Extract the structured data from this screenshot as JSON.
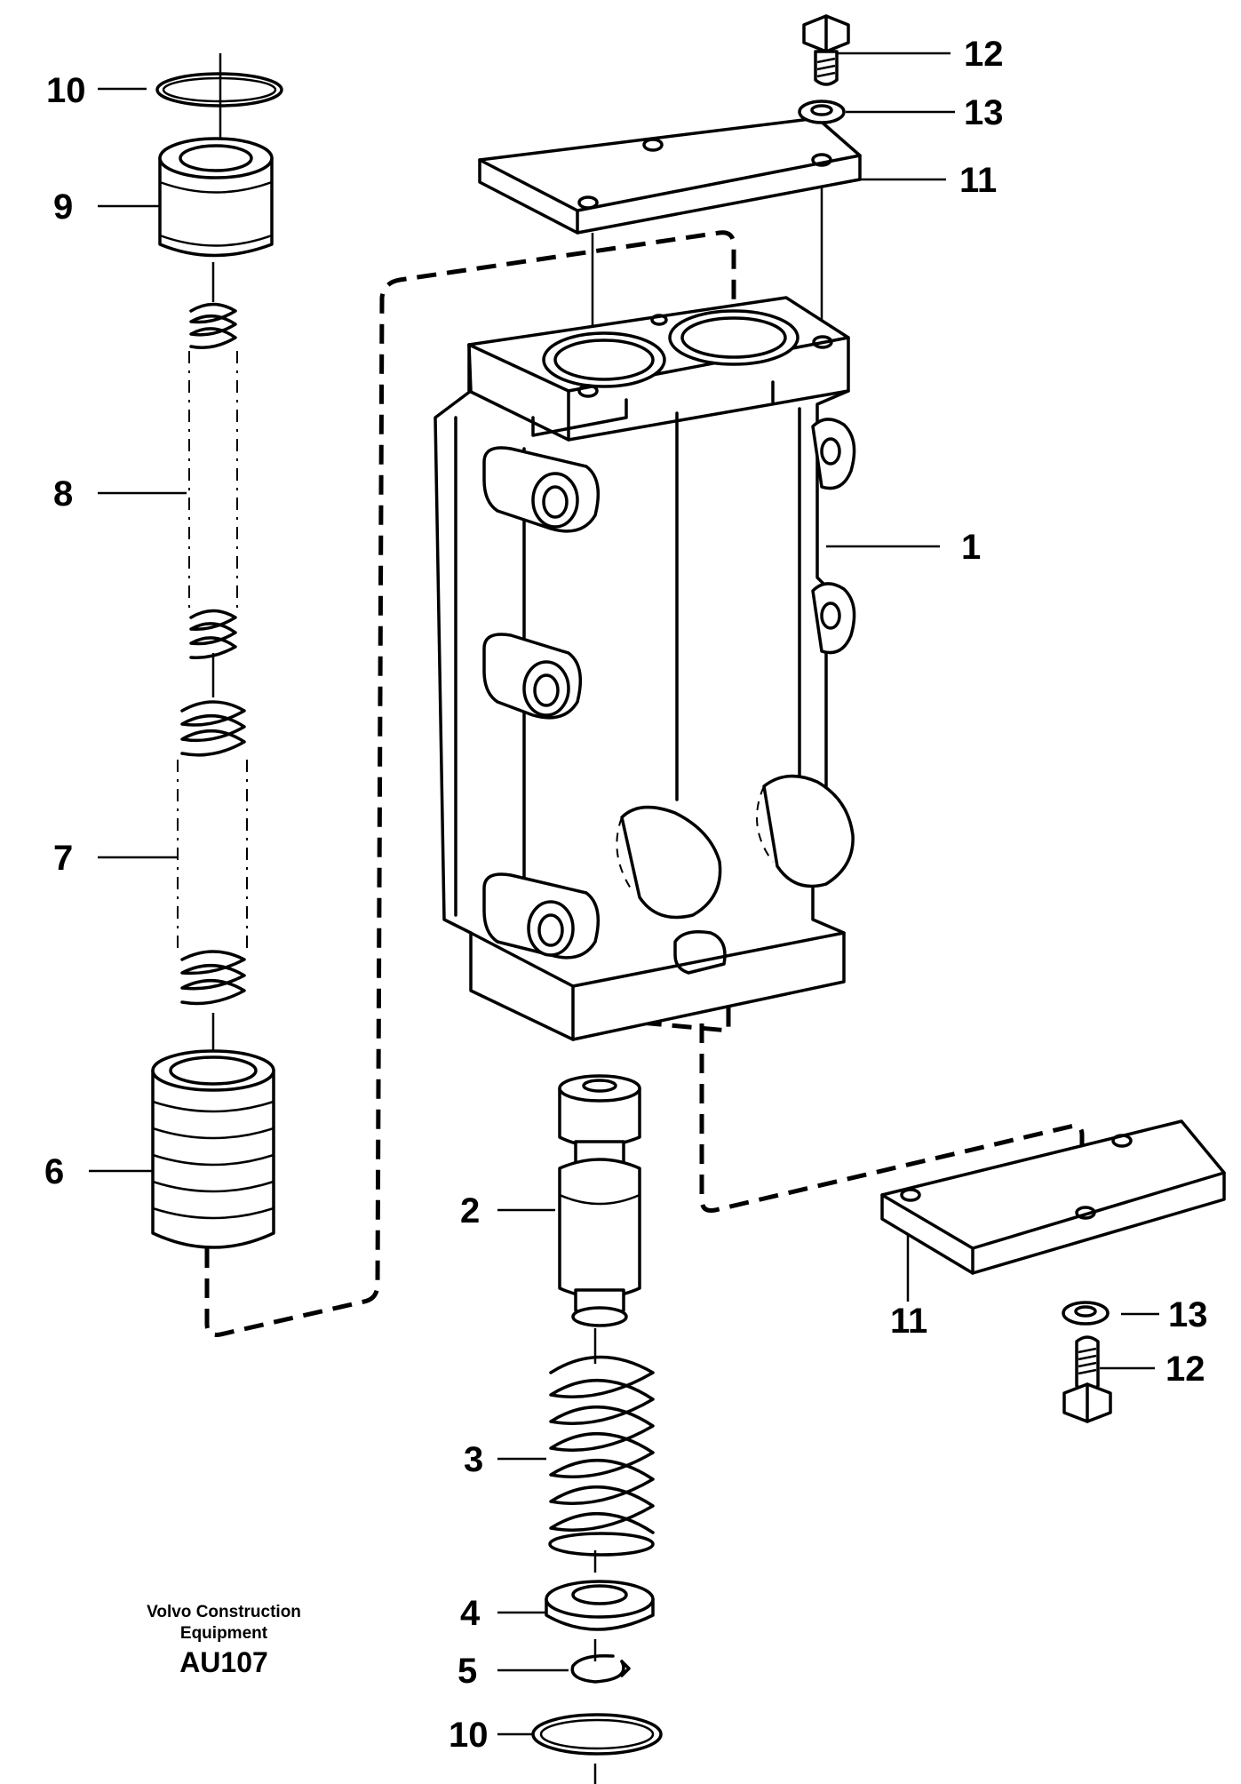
{
  "diagram": {
    "callouts": {
      "c1": "1",
      "c2": "2",
      "c3": "3",
      "c4": "4",
      "c5": "5",
      "c6": "6",
      "c7": "7",
      "c8": "8",
      "c9": "9",
      "c10_top": "10",
      "c10_bottom": "10",
      "c11_top": "11",
      "c11_bottom": "11",
      "c12_top": "12",
      "c12_bottom": "12",
      "c13_top": "13",
      "c13_bottom": "13"
    },
    "credit": {
      "line1": "Volvo Construction",
      "line2": "Equipment",
      "code": "AU107"
    }
  }
}
